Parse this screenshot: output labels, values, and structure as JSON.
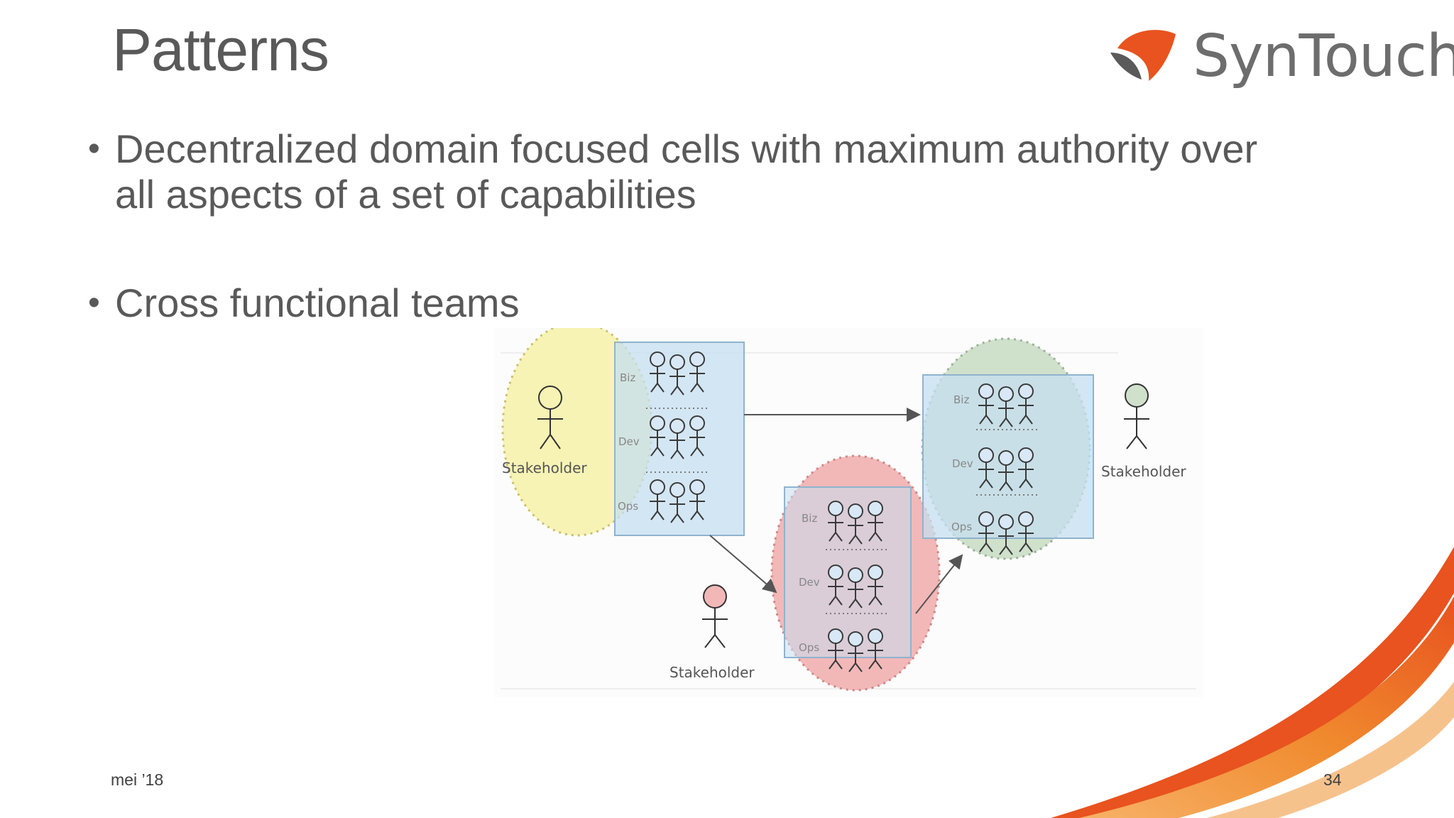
{
  "slide": {
    "title": "Patterns",
    "bullets": [
      "Decentralized domain focused cells with maximum authority over all aspects of a set of capabilities",
      "Cross functional teams"
    ],
    "footer_date": "mei ’18",
    "page_number": "34"
  },
  "logo": {
    "text": "SynTouch",
    "icon": "syntouch-logo-icon",
    "accent": "#e8531f"
  },
  "diagram": {
    "stakeholder_label": "Stakeholder",
    "role_labels": [
      "Biz",
      "Dev",
      "Ops"
    ],
    "cells": [
      {
        "name": "yellow-cell",
        "color": "#f7f3b4"
      },
      {
        "name": "red-cell",
        "color": "#f2b8b8"
      },
      {
        "name": "green-cell",
        "color": "#cfe0cb"
      }
    ],
    "team_box_color": "#c6dff0"
  }
}
